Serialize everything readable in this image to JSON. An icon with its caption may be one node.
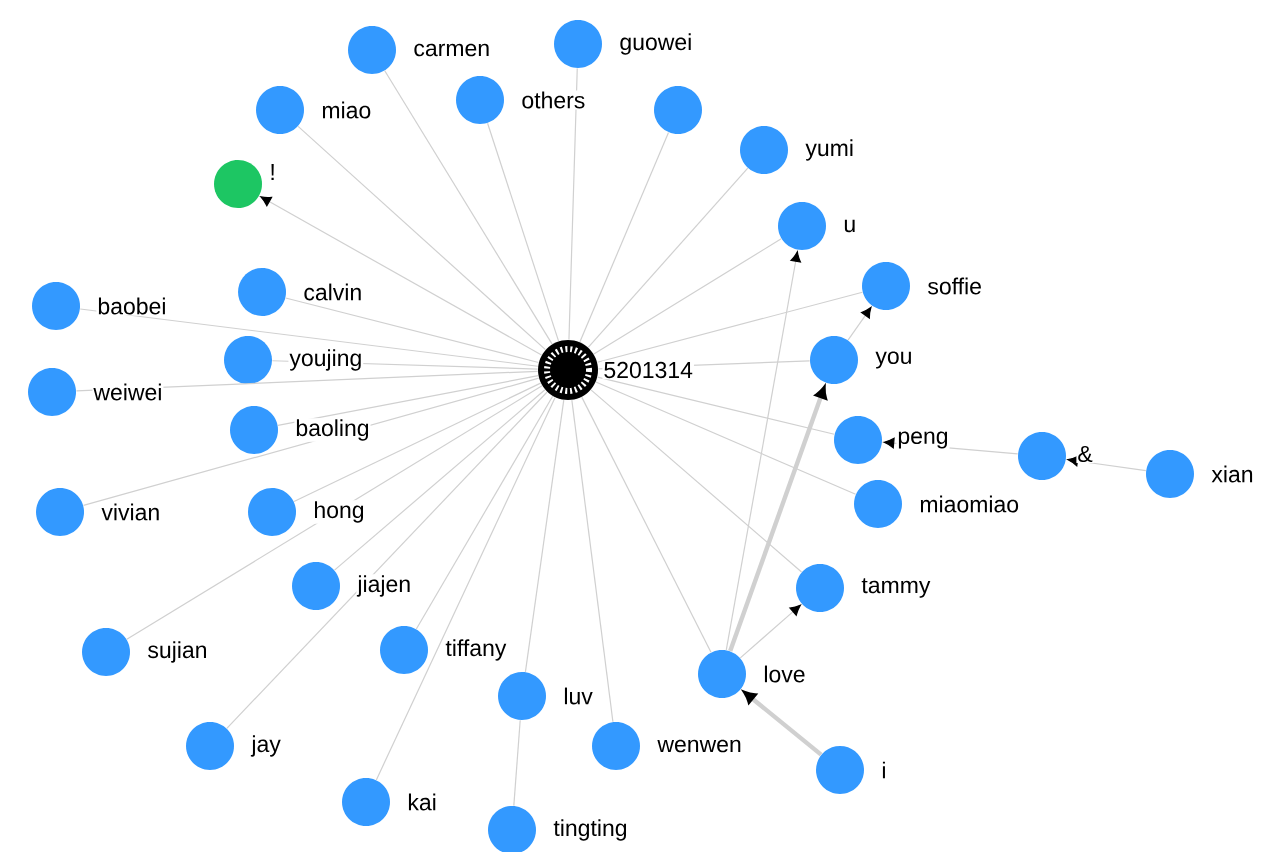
{
  "diagram": {
    "nodes": [
      {
        "text": [],
        "shape": "circle",
        "beside": [
          "guowei"
        ]
      },
      {
        "text": [],
        "shape": "circle",
        "beside": [
          "carmen"
        ]
      },
      {
        "text": [],
        "shape": "circle",
        "beside": [
          "others"
        ]
      },
      {
        "text": [],
        "shape": "circle"
      },
      {
        "text": [],
        "shape": "circle",
        "beside": [
          "miao"
        ]
      },
      {
        "text": [],
        "shape": "circle",
        "beside": [
          "yumi"
        ]
      },
      {
        "text": [],
        "shape": "circle",
        "beside": [
          "!"
        ]
      },
      {
        "text": [],
        "shape": "circle",
        "beside": [
          "u"
        ]
      },
      {
        "text": [],
        "shape": "circle",
        "beside": [
          "soffie"
        ]
      },
      {
        "text": [],
        "shape": "circle",
        "beside": [
          "calvin"
        ]
      },
      {
        "text": [],
        "shape": "circle",
        "beside": [
          "baobei"
        ]
      },
      {
        "text": [],
        "shape": "circle",
        "beside": [
          "youjing"
        ]
      },
      {
        "text": [],
        "shape": "circle",
        "beside": [
          "5201314"
        ]
      },
      {
        "text": [],
        "shape": "circle",
        "beside": [
          "you"
        ]
      },
      {
        "text": [],
        "shape": "circle",
        "beside": [
          "weiwei"
        ]
      },
      {
        "text": [],
        "shape": "circle",
        "beside": [
          "baoling"
        ]
      },
      {
        "text": [],
        "shape": "circle",
        "beside": [
          "peng"
        ]
      },
      {
        "text": [],
        "shape": "circle",
        "beside": [
          "&"
        ]
      },
      {
        "text": [],
        "shape": "circle",
        "beside": [
          "xian"
        ]
      },
      {
        "text": [],
        "shape": "circle",
        "beside": [
          "miaomiao"
        ]
      },
      {
        "text": [],
        "shape": "circle",
        "beside": [
          "vivian"
        ]
      },
      {
        "text": [],
        "shape": "circle",
        "beside": [
          "hong"
        ]
      },
      {
        "text": [],
        "shape": "circle",
        "beside": [
          "jiajen"
        ]
      },
      {
        "text": [],
        "shape": "circle",
        "beside": [
          "tammy"
        ]
      },
      {
        "text": [],
        "shape": "circle",
        "beside": [
          "sujian"
        ]
      },
      {
        "text": [],
        "shape": "circle",
        "beside": [
          "tiffany"
        ]
      },
      {
        "text": [],
        "shape": "circle",
        "beside": [
          "love"
        ]
      },
      {
        "text": [],
        "shape": "circle",
        "beside": [
          "luv"
        ]
      },
      {
        "text": [],
        "shape": "circle",
        "beside": [
          "jay"
        ]
      },
      {
        "text": [],
        "shape": "circle",
        "beside": [
          "wenwen"
        ]
      },
      {
        "text": [],
        "shape": "circle",
        "beside": [
          "i"
        ]
      },
      {
        "text": [],
        "shape": "circle",
        "beside": [
          "kai"
        ]
      },
      {
        "text": [],
        "shape": "circle",
        "beside": [
          "tingting"
        ]
      }
    ],
    "edges": [
      {
        "from": 12,
        "to": 0,
        "arrow": "none"
      },
      {
        "from": 12,
        "to": 1,
        "arrow": "none"
      },
      {
        "from": 12,
        "to": 2,
        "arrow": "none"
      },
      {
        "from": 12,
        "to": 3,
        "arrow": "none"
      },
      {
        "from": 12,
        "to": 4,
        "arrow": "none"
      },
      {
        "from": 12,
        "to": 5,
        "arrow": "none"
      },
      {
        "from": 12,
        "to": 6,
        "arrow": "to"
      },
      {
        "from": 12,
        "to": 7,
        "arrow": "none"
      },
      {
        "from": 12,
        "to": 8,
        "arrow": "none"
      },
      {
        "from": 12,
        "to": 9,
        "arrow": "none"
      },
      {
        "from": 12,
        "to": 10,
        "arrow": "none"
      },
      {
        "from": 12,
        "to": 11,
        "arrow": "none"
      },
      {
        "from": 12,
        "to": 13,
        "arrow": "none"
      },
      {
        "from": 12,
        "to": 14,
        "arrow": "none"
      },
      {
        "from": 12,
        "to": 15,
        "arrow": "none"
      },
      {
        "from": 12,
        "to": 16,
        "arrow": "none"
      },
      {
        "from": 12,
        "to": 19,
        "arrow": "none"
      },
      {
        "from": 12,
        "to": 20,
        "arrow": "none"
      },
      {
        "from": 12,
        "to": 21,
        "arrow": "none"
      },
      {
        "from": 12,
        "to": 22,
        "arrow": "none"
      },
      {
        "from": 12,
        "to": 23,
        "arrow": "none"
      },
      {
        "from": 12,
        "to": 24,
        "arrow": "none"
      },
      {
        "from": 12,
        "to": 25,
        "arrow": "none"
      },
      {
        "from": 12,
        "to": 26,
        "arrow": "none"
      },
      {
        "from": 12,
        "to": 27,
        "arrow": "none"
      },
      {
        "from": 12,
        "to": 28,
        "arrow": "none"
      },
      {
        "from": 12,
        "to": 29,
        "arrow": "none"
      },
      {
        "from": 12,
        "to": 31,
        "arrow": "none"
      },
      {
        "from": 27,
        "to": 32,
        "arrow": "none"
      },
      {
        "from": 26,
        "to": 7,
        "arrow": "to"
      },
      {
        "from": 26,
        "to": 13,
        "arrow": "to",
        "style": "thick"
      },
      {
        "from": 13,
        "to": 8,
        "arrow": "to"
      },
      {
        "from": 26,
        "to": 23,
        "arrow": "to"
      },
      {
        "from": 30,
        "to": 26,
        "arrow": "to",
        "style": "thick"
      },
      {
        "from": 17,
        "to": 16,
        "arrow": "to"
      },
      {
        "from": 18,
        "to": 17,
        "arrow": "to"
      }
    ]
  }
}
